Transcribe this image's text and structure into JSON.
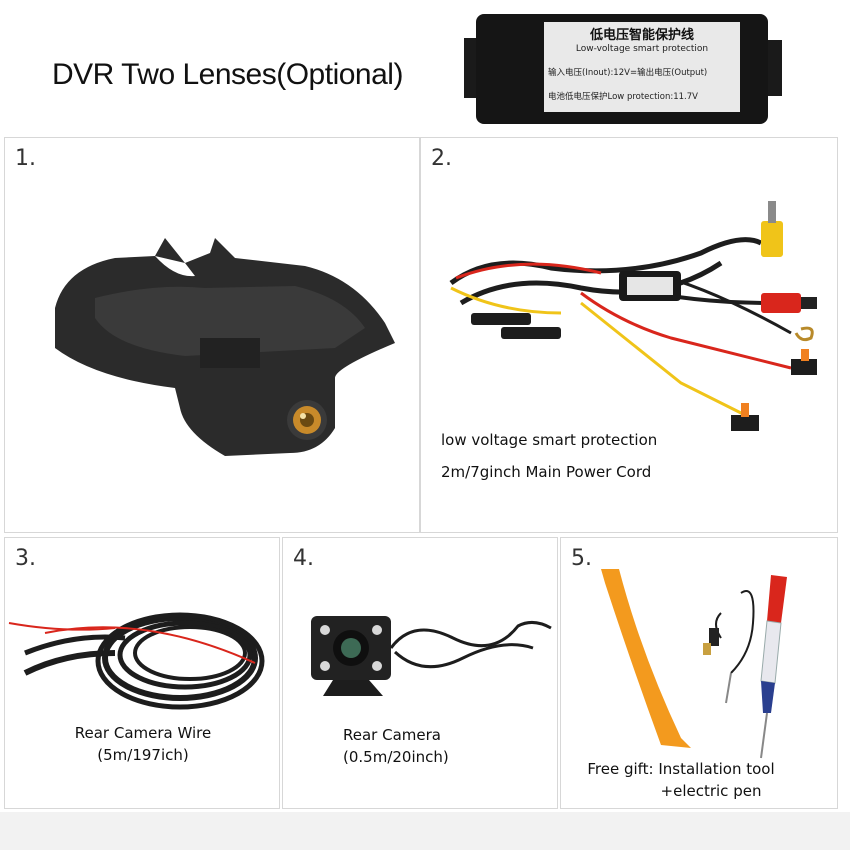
{
  "header": {
    "title": "DVR Two Lenses(Optional)",
    "label": {
      "title_cn": "低电压智能保护线",
      "title_en": "Low-voltage smart protection",
      "line1": "输入电压(Inout):12V=输出电压(Output)",
      "line2": "电池低电压保护Low protection:11.7V"
    }
  },
  "panels": [
    {
      "number": "1.",
      "caption": []
    },
    {
      "number": "2.",
      "caption": [
        "low voltage smart protection",
        "2m/7ginch Main Power Cord"
      ]
    },
    {
      "number": "3.",
      "caption": [
        "Rear Camera Wire",
        "(5m/197ich)"
      ]
    },
    {
      "number": "4.",
      "caption": [
        "Rear Camera",
        "(0.5m/20inch)"
      ]
    },
    {
      "number": "5.",
      "caption": [
        "Free gift: Installation tool",
        "+electric pen"
      ]
    }
  ],
  "colors": {
    "panel_border": "#d7d7d7",
    "device_body": "#2a2a2a",
    "wire_yellow": "#f0c419",
    "wire_red": "#d9261c",
    "pry_tool": "#f39a1e"
  }
}
